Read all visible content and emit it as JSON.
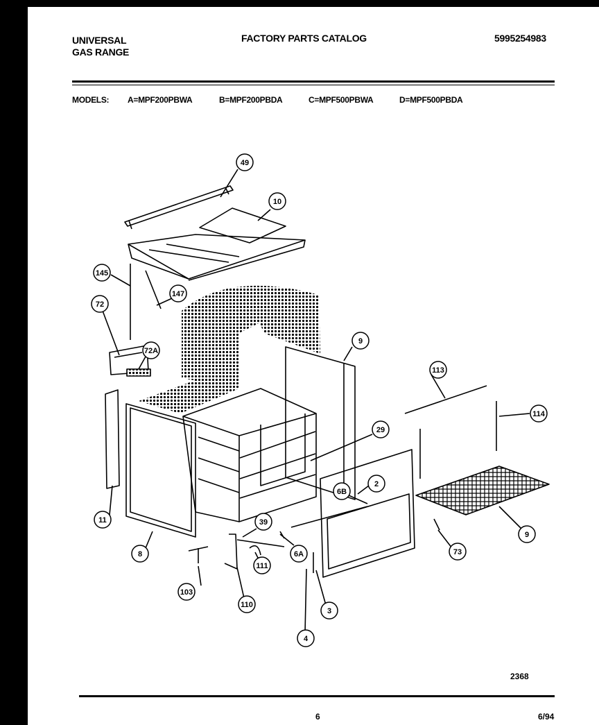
{
  "header": {
    "brand_line1": "UNIVERSAL",
    "brand_line2": "GAS RANGE",
    "title": "FACTORY PARTS CATALOG",
    "catalog_number": "5995254983"
  },
  "models": {
    "label": "MODELS:",
    "items": [
      "A=MPF200PBWA",
      "B=MPF200PBDA",
      "C=MPF500PBWA",
      "D=MPF500PBDA"
    ]
  },
  "callouts": [
    "49",
    "10",
    "145",
    "147",
    "72",
    "72A",
    "9",
    "113",
    "114",
    "11",
    "8",
    "29",
    "2",
    "6B",
    "9",
    "39",
    "6A",
    "111",
    "103",
    "110",
    "73",
    "3",
    "4"
  ],
  "footer": {
    "drawing_number": "2368",
    "page": "6",
    "date": "6/94"
  }
}
